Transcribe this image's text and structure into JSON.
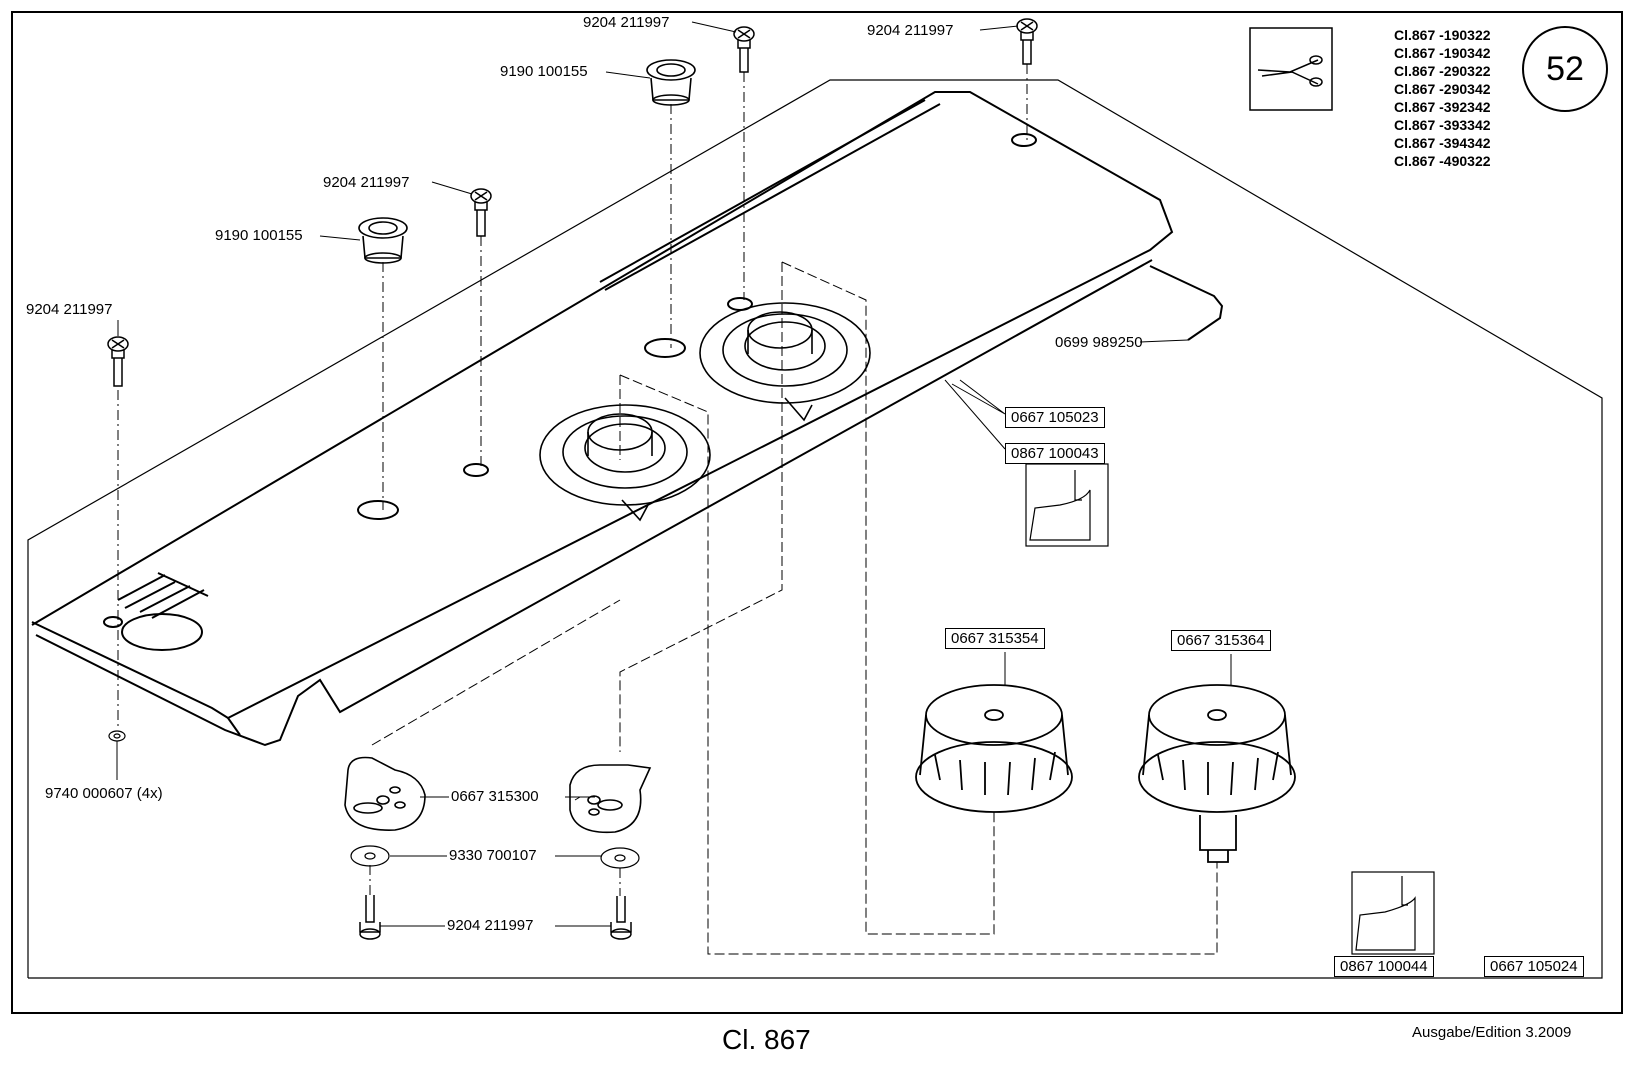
{
  "header": {
    "sheet_number": "52",
    "models": [
      "Cl.867 -190322",
      "Cl.867 -190342",
      "Cl.867 -290322",
      "Cl.867 -290342",
      "Cl.867 -392342",
      "Cl.867 -393342",
      "Cl.867 -394342",
      "Cl.867 -490322"
    ],
    "icon": "scissors-icon"
  },
  "parts": {
    "screw_top_left": "9204 211997",
    "screw_top_right": "9204 211997",
    "screw_mid": "9204 211997",
    "screw_left": "9204 211997",
    "bushing_top": "9190 100155",
    "bushing_mid": "9190 100155",
    "allen_key": "0699 989250",
    "washer_small": "9740 000607 (4x)",
    "cam_plate": "0667 315300",
    "washer": "9330 700107",
    "screw_bottom": "9204 211997"
  },
  "boxed_parts": {
    "cover": "0667 105023",
    "detail_1": "0867 100043",
    "knob_left": "0667 315354",
    "knob_right": "0667 315364",
    "detail_2": "0867 100044",
    "set": "0667 105024"
  },
  "footer": {
    "title": "Cl. 867",
    "edition": "Ausgabe/Edition   3.2009"
  }
}
